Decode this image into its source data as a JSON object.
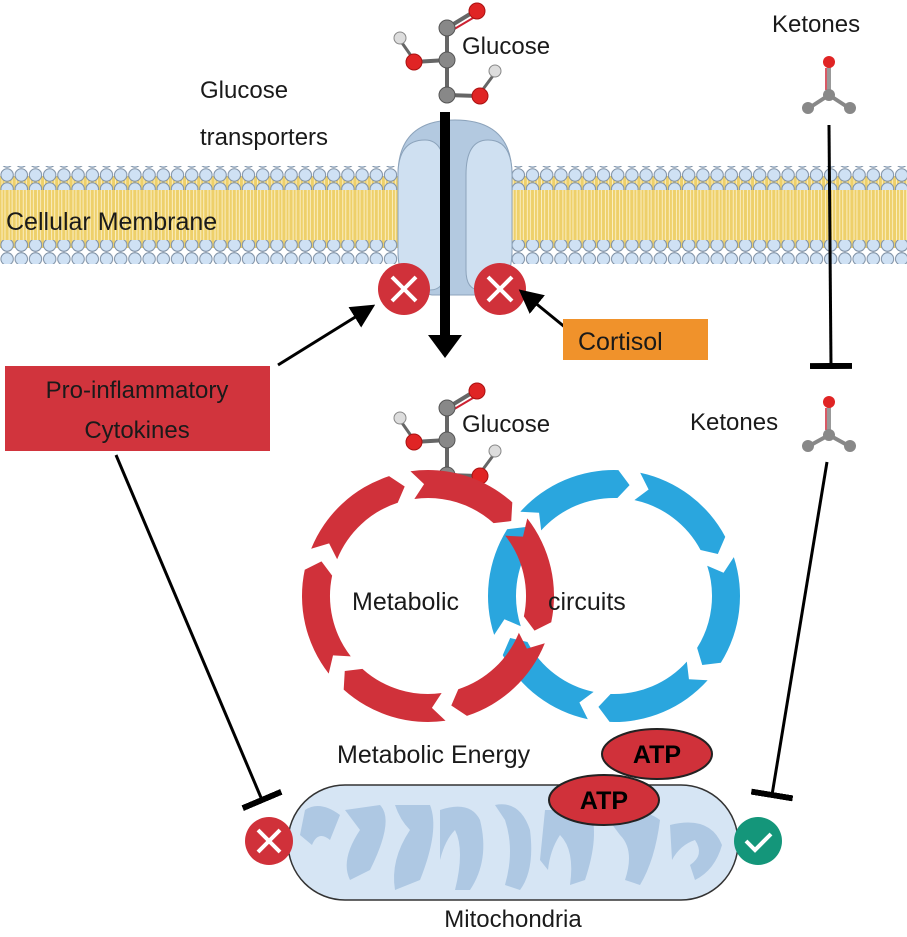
{
  "diagram": {
    "membrane_label": "Cellular Membrane",
    "transporter_label_line1": "Glucose",
    "transporter_label_line2": "transporters",
    "glucose_outside_label": "Glucose",
    "glucose_inside_label": "Glucose",
    "ketones_outside_label": "Ketones",
    "ketones_inside_label": "Ketones",
    "cortisol_label": "Cortisol",
    "cytokines_label_line1": "Pro-inflammatory",
    "cytokines_label_line2": "Cytokines",
    "circuit_label_left": "Metabolic",
    "circuit_label_right": "circuits",
    "energy_label": "Metabolic Energy",
    "atp_label_1": "ATP",
    "atp_label_2": "ATP",
    "mitochondria_label": "Mitochondria"
  },
  "colors": {
    "inhibit_red": "#d0313a",
    "cortisol_orange": "#f0922b",
    "cytokine_red": "#d1343d",
    "circuit_red": "#d0313a",
    "circuit_blue": "#2aa6de",
    "check_green": "#14967a",
    "membrane_yellow": "#eed06a",
    "membrane_head": "#cfe1f4",
    "transporter_blue": "#c6d8ea",
    "mito_fill": "#d6e5f4",
    "mito_cristae": "#aec8e3"
  },
  "icons": {
    "inhibit_icon": "x-circle",
    "activate_icon": "check-circle"
  }
}
